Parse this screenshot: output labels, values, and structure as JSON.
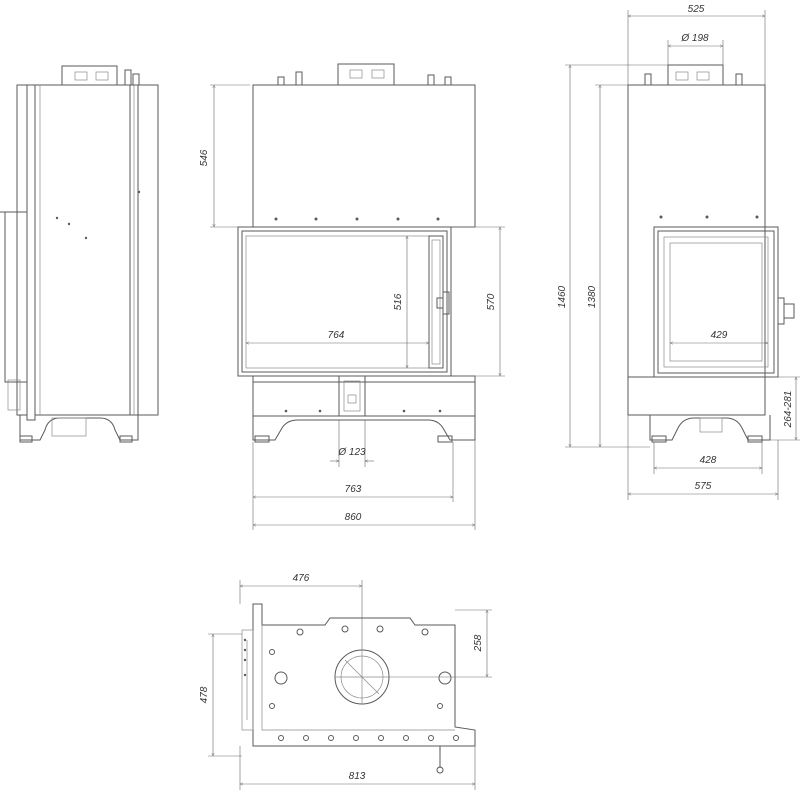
{
  "drawing": {
    "front_view": {
      "dimensions": {
        "upper_height": "546",
        "glass_width": "764",
        "glass_height": "516",
        "door_height": "570",
        "outlet_diameter": "Ø 123",
        "base_width": "763",
        "total_width": "860"
      }
    },
    "right_view": {
      "dimensions": {
        "top_depth": "525",
        "flue_diameter": "Ø 198",
        "total_height": "1460",
        "body_height": "1380",
        "glass_depth": "429",
        "leg_range": "264-281",
        "base_depth": "428",
        "total_depth": "575"
      }
    },
    "top_view": {
      "dimensions": {
        "flue_offset": "476",
        "flue_center_depth": "258",
        "depth": "478",
        "width": "813"
      }
    }
  },
  "colors": {
    "line": "#5a5a5a",
    "dimension_line": "#6a6a6a",
    "text": "#333333"
  }
}
